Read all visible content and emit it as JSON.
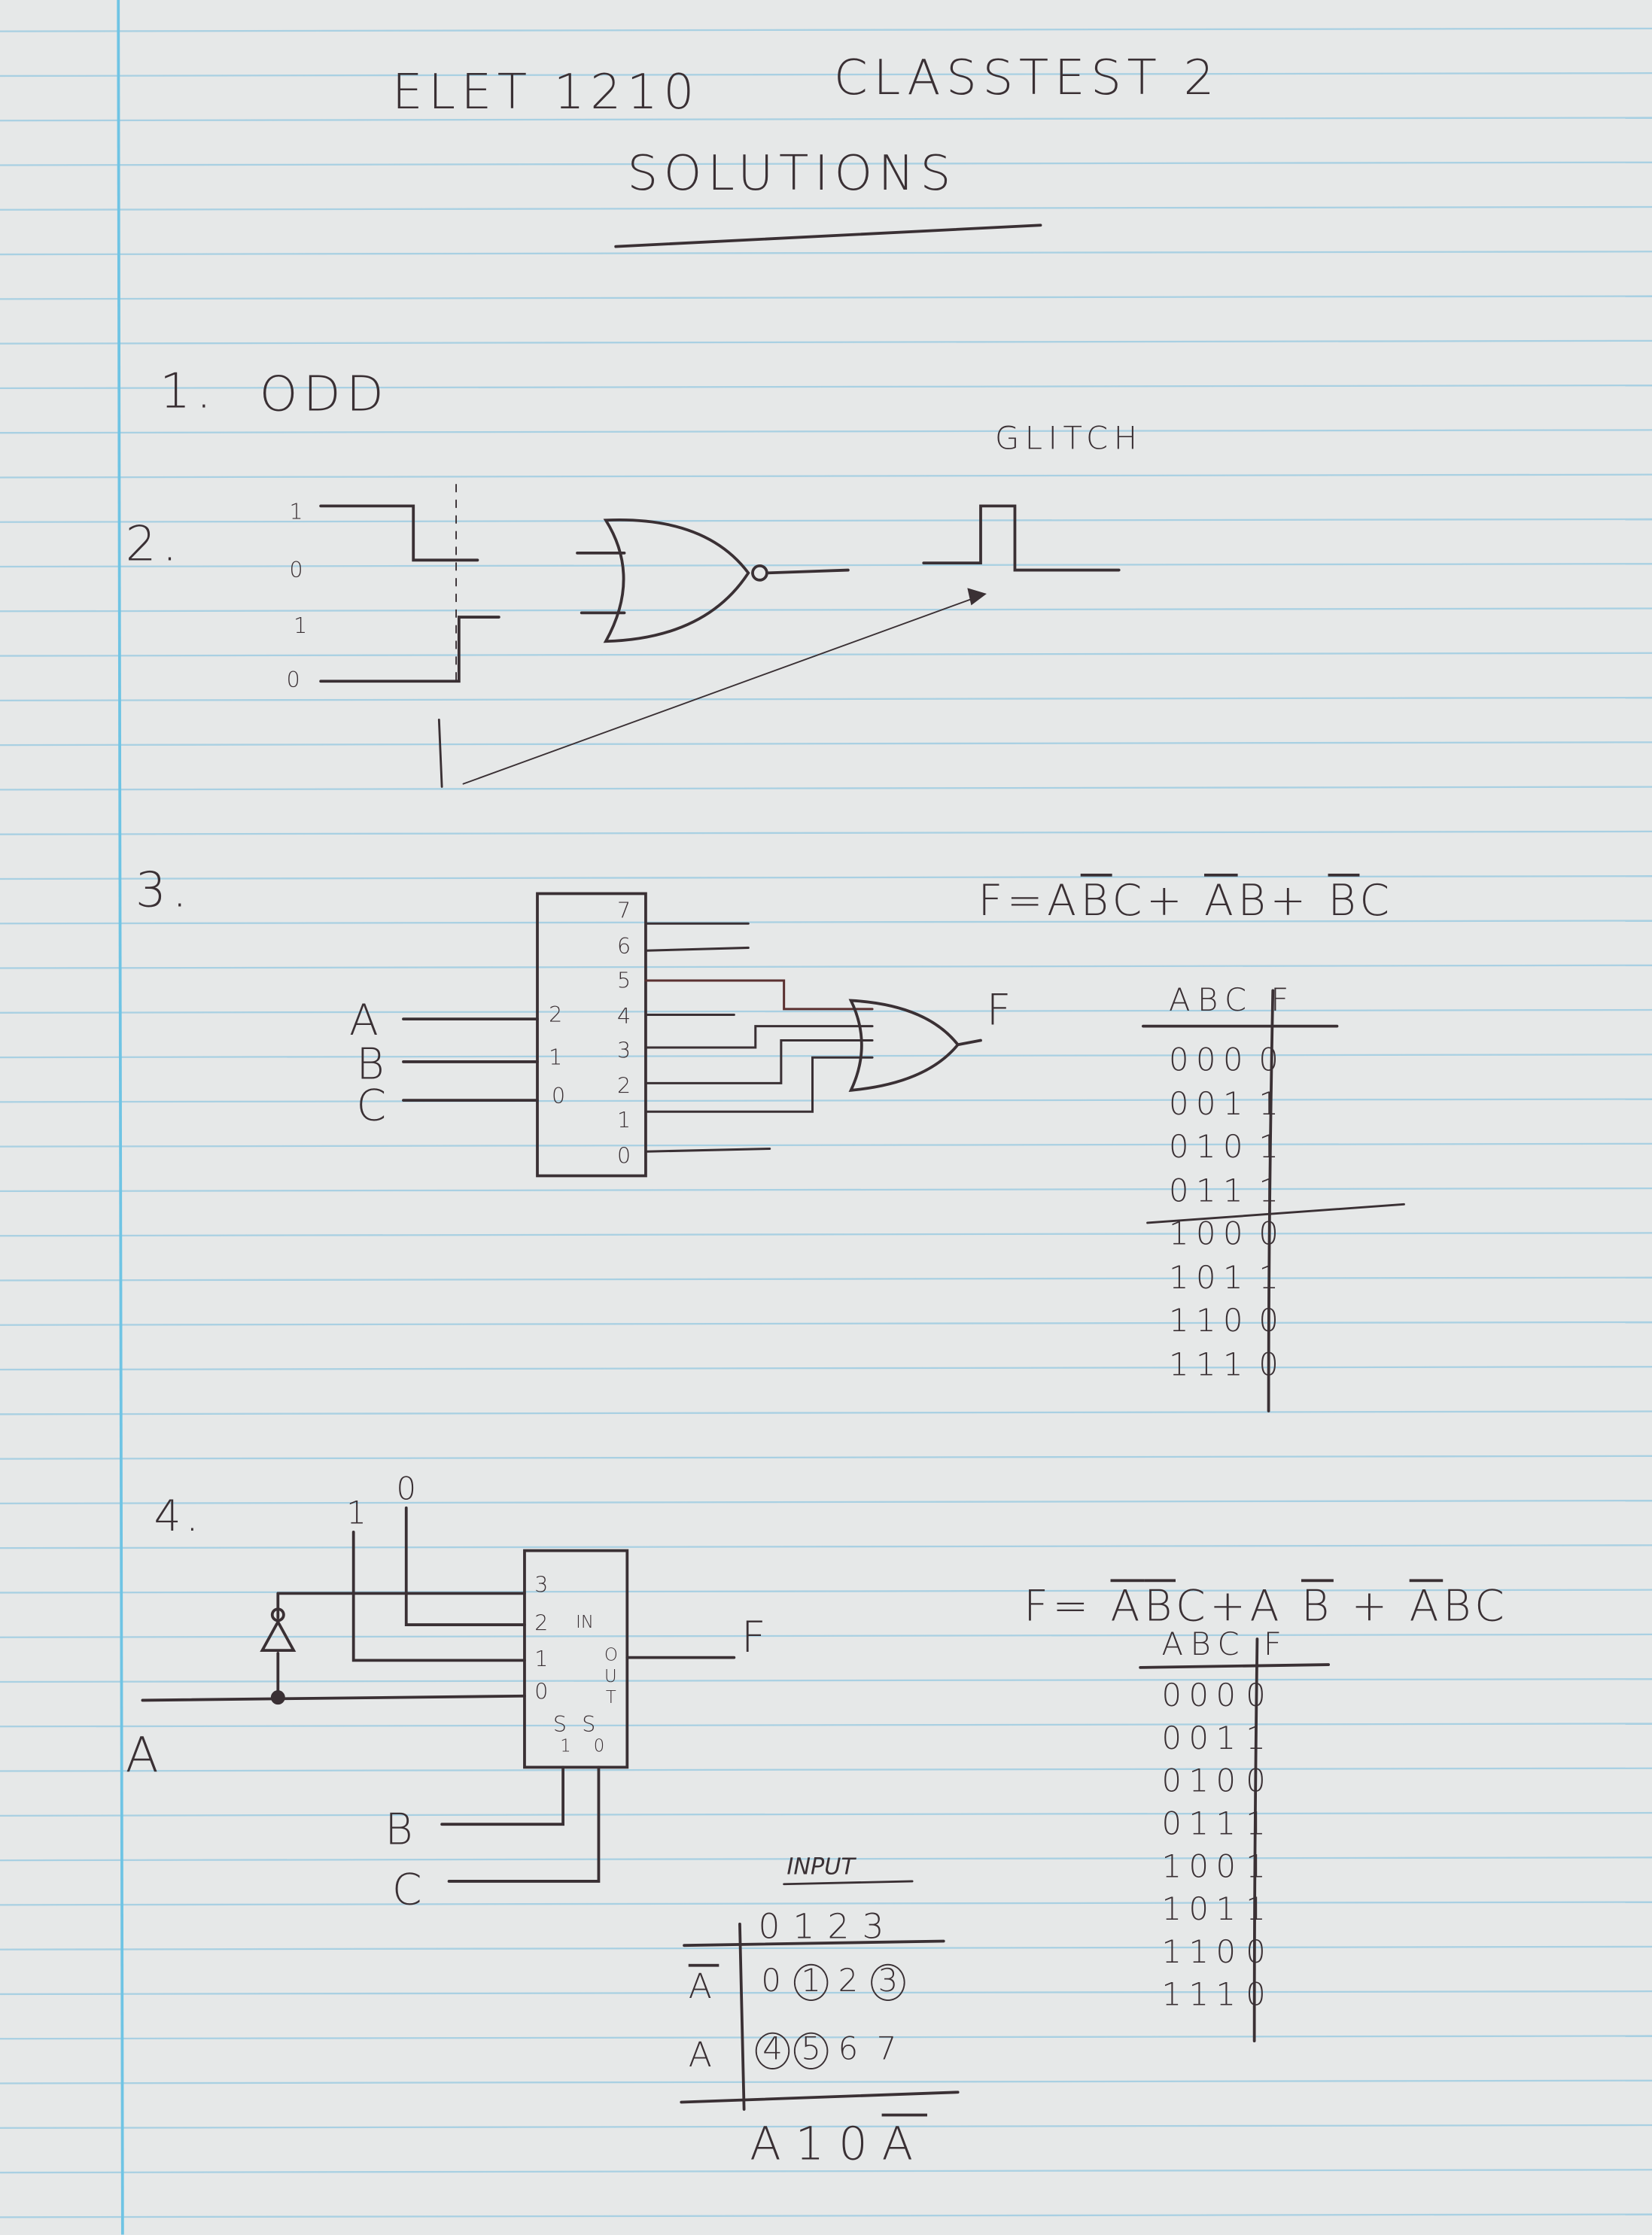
{
  "header": {
    "course": "ELET 1210",
    "test": "CLASSTEST 2",
    "subtitle": "SOLUTIONS"
  },
  "q1": {
    "number": "1.",
    "answer": "ODD"
  },
  "q2": {
    "number": "2.",
    "top_levels": [
      "1",
      "0"
    ],
    "bottom_levels": [
      "1",
      "0"
    ],
    "glitch_label": "GLITCH"
  },
  "q3": {
    "number": "3.",
    "equation": [
      {
        "t": "F=A",
        "bar": false
      },
      {
        "t": "B",
        "bar": true
      },
      {
        "t": "C+ ",
        "bar": false
      },
      {
        "t": "A",
        "bar": true
      },
      {
        "t": "B+ ",
        "bar": false
      },
      {
        "t": "B",
        "bar": true
      },
      {
        "t": "C",
        "bar": false
      }
    ],
    "inputs": [
      "A",
      "B",
      "C"
    ],
    "select_pins": [
      "2",
      "1",
      "0"
    ],
    "outputs": [
      "7",
      "6",
      "5",
      "4",
      "3",
      "2",
      "1",
      "0"
    ],
    "output_label": "F",
    "truth_table": {
      "headers": [
        "ABC",
        "F"
      ],
      "rows": [
        [
          "000",
          "0"
        ],
        [
          "001",
          "1"
        ],
        [
          "010",
          "1"
        ],
        [
          "011",
          "1"
        ],
        [
          "100",
          "0"
        ],
        [
          "101",
          "1"
        ],
        [
          "110",
          "0"
        ],
        [
          "111",
          "0"
        ]
      ]
    }
  },
  "q4": {
    "number": "4.",
    "const_inputs": [
      "1",
      "0"
    ],
    "mux_inputs": [
      "3",
      "2",
      "1",
      "0"
    ],
    "in_label": "IN",
    "out_label": [
      "O",
      "U",
      "T"
    ],
    "select_label": "S S",
    "select_index": "1 0",
    "input_a": "A",
    "input_b": "B",
    "input_c": "C",
    "output_label": "F",
    "equation": [
      {
        "t": "F= ",
        "bar": false
      },
      {
        "t": "A",
        "bar": true
      },
      {
        "t": "B",
        "bar": true
      },
      {
        "t": "C+A ",
        "bar": false
      },
      {
        "t": "B",
        "bar": true
      },
      {
        "t": " + ",
        "bar": false
      },
      {
        "t": "A",
        "bar": true
      },
      {
        "t": "BC",
        "bar": false
      }
    ],
    "truth_table": {
      "headers": [
        "ABC",
        "F"
      ],
      "rows": [
        [
          "000",
          "0"
        ],
        [
          "001",
          "1"
        ],
        [
          "010",
          "0"
        ],
        [
          "011",
          "1"
        ],
        [
          "100",
          "1"
        ],
        [
          "101",
          "1"
        ],
        [
          "110",
          "0"
        ],
        [
          "111",
          "0"
        ]
      ]
    },
    "kmap": {
      "title": "INPUT",
      "columns": "0123",
      "row_labels": [
        {
          "t": "A",
          "bar": true
        },
        {
          "t": "A",
          "bar": false
        }
      ],
      "cells": [
        [
          {
            "v": "0",
            "c": false
          },
          {
            "v": "1",
            "c": true
          },
          {
            "v": "2",
            "c": false
          },
          {
            "v": "3",
            "c": true
          }
        ],
        [
          {
            "v": "4",
            "c": true
          },
          {
            "v": "5",
            "c": true
          },
          {
            "v": "6",
            "c": false
          },
          {
            "v": "7",
            "c": false
          }
        ]
      ],
      "result": [
        {
          "t": "A",
          "bar": false
        },
        {
          "t": "1",
          "bar": false
        },
        {
          "t": "0",
          "bar": false
        },
        {
          "t": "A",
          "bar": true
        }
      ]
    }
  }
}
